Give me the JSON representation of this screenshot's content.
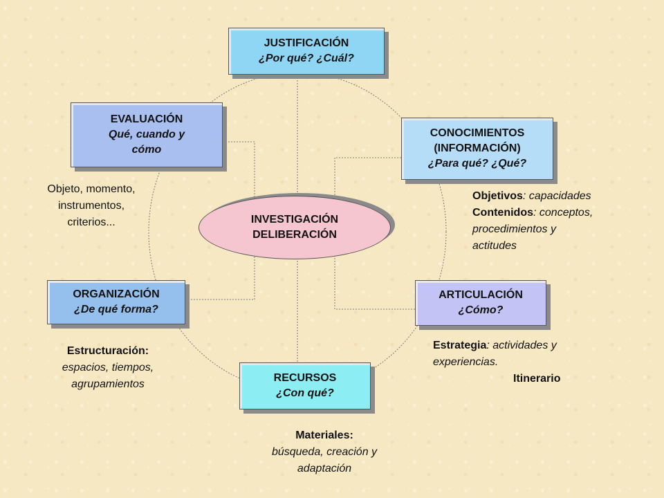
{
  "center": {
    "line1": "INVESTIGACIÓN",
    "line2": "DELIBERACIÓN"
  },
  "boxes": {
    "justificacion": {
      "title": "JUSTIFICACIÓN",
      "subtitle": "¿Por qué? ¿Cuál?",
      "color": "#8fd6f5"
    },
    "conocimientos": {
      "title1": "CONOCIMIENTOS",
      "title2": "(INFORMACIÓN)",
      "subtitle": "¿Para qué? ¿Qué?",
      "color": "#b5ddf7"
    },
    "evaluacion": {
      "title": "EVALUACIÓN",
      "subtitle1": "Qué, cuando y",
      "subtitle2": "cómo",
      "color": "#a8bff0"
    },
    "organizacion": {
      "title": "ORGANIZACIÓN",
      "subtitle": "¿De qué forma?",
      "color": "#95c0ee"
    },
    "articulacion": {
      "title": "ARTICULACIÓN",
      "subtitle": "¿Cómo?",
      "color": "#c3c3f5"
    },
    "recursos": {
      "title": "RECURSOS",
      "subtitle": "¿Con qué?",
      "color": "#8ceef2"
    }
  },
  "notes": {
    "evaluacion": {
      "line1": "Objeto, momento,",
      "line2": "instrumentos,",
      "line3": "criterios..."
    },
    "conocimientos": {
      "label1": "Objetivos",
      "text1": ": capacidades",
      "label2": "Contenidos",
      "text2": ": conceptos,",
      "line3": "procedimientos y",
      "line4": "actitudes"
    },
    "organizacion": {
      "label": "Estructuración:",
      "line2": "espacios, tiempos,",
      "line3": "agrupamientos"
    },
    "articulacion": {
      "label": "Estrategia",
      "text": ": actividades y",
      "line2": "experiencias.",
      "line3": "Itinerario"
    },
    "recursos": {
      "label": "Materiales:",
      "line2": "búsqueda, creación y",
      "line3": "adaptación"
    }
  }
}
